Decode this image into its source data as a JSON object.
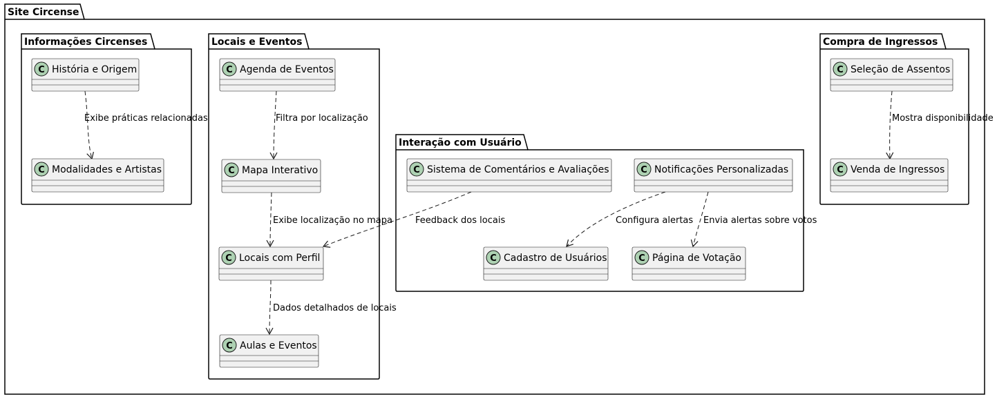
{
  "root_package": "Site Circense",
  "packages": [
    {
      "key": "info",
      "title": "Informações Circenses"
    },
    {
      "key": "locais",
      "title": "Locais e Eventos"
    },
    {
      "key": "interacao",
      "title": "Interação com Usuário"
    },
    {
      "key": "compra",
      "title": "Compra de Ingressos"
    }
  ],
  "classes": [
    {
      "key": "historia",
      "stereotype_letter": "C",
      "name": "História e Origem"
    },
    {
      "key": "modalidades",
      "stereotype_letter": "C",
      "name": "Modalidades e Artistas"
    },
    {
      "key": "agenda",
      "stereotype_letter": "C",
      "name": "Agenda de Eventos"
    },
    {
      "key": "mapa",
      "stereotype_letter": "C",
      "name": "Mapa Interativo"
    },
    {
      "key": "locaisperfil",
      "stereotype_letter": "C",
      "name": "Locais com Perfil"
    },
    {
      "key": "aulas",
      "stereotype_letter": "C",
      "name": "Aulas e Eventos"
    },
    {
      "key": "comentarios",
      "stereotype_letter": "C",
      "name": "Sistema de Comentários e Avaliações"
    },
    {
      "key": "notificacoes",
      "stereotype_letter": "C",
      "name": "Notificações Personalizadas"
    },
    {
      "key": "cadastro",
      "stereotype_letter": "C",
      "name": "Cadastro de Usuários"
    },
    {
      "key": "votacao",
      "stereotype_letter": "C",
      "name": "Página de Votação"
    },
    {
      "key": "assentos",
      "stereotype_letter": "C",
      "name": "Seleção de Assentos"
    },
    {
      "key": "venda",
      "stereotype_letter": "C",
      "name": "Venda de Ingressos"
    }
  ],
  "relations": [
    {
      "from": "historia",
      "to": "modalidades",
      "label": "Exibe práticas relacionadas"
    },
    {
      "from": "agenda",
      "to": "mapa",
      "label": "Filtra por localização"
    },
    {
      "from": "mapa",
      "to": "locaisperfil",
      "label": "Exibe localização no mapa"
    },
    {
      "from": "comentarios",
      "to": "locaisperfil",
      "label": "Feedback dos locais"
    },
    {
      "from": "locaisperfil",
      "to": "aulas",
      "label": "Dados detalhados de locais"
    },
    {
      "from": "notificacoes",
      "to": "cadastro",
      "label": "Configura alertas"
    },
    {
      "from": "notificacoes",
      "to": "votacao",
      "label": "Envia alertas sobre votos"
    },
    {
      "from": "assentos",
      "to": "venda",
      "label": "Mostra disponibilidade"
    }
  ],
  "colors": {
    "class_fill": "#f1f1f1",
    "class_border": "#181818",
    "circle_fill": "#add1b2",
    "package_border": "#000000",
    "edge": "#181818"
  }
}
